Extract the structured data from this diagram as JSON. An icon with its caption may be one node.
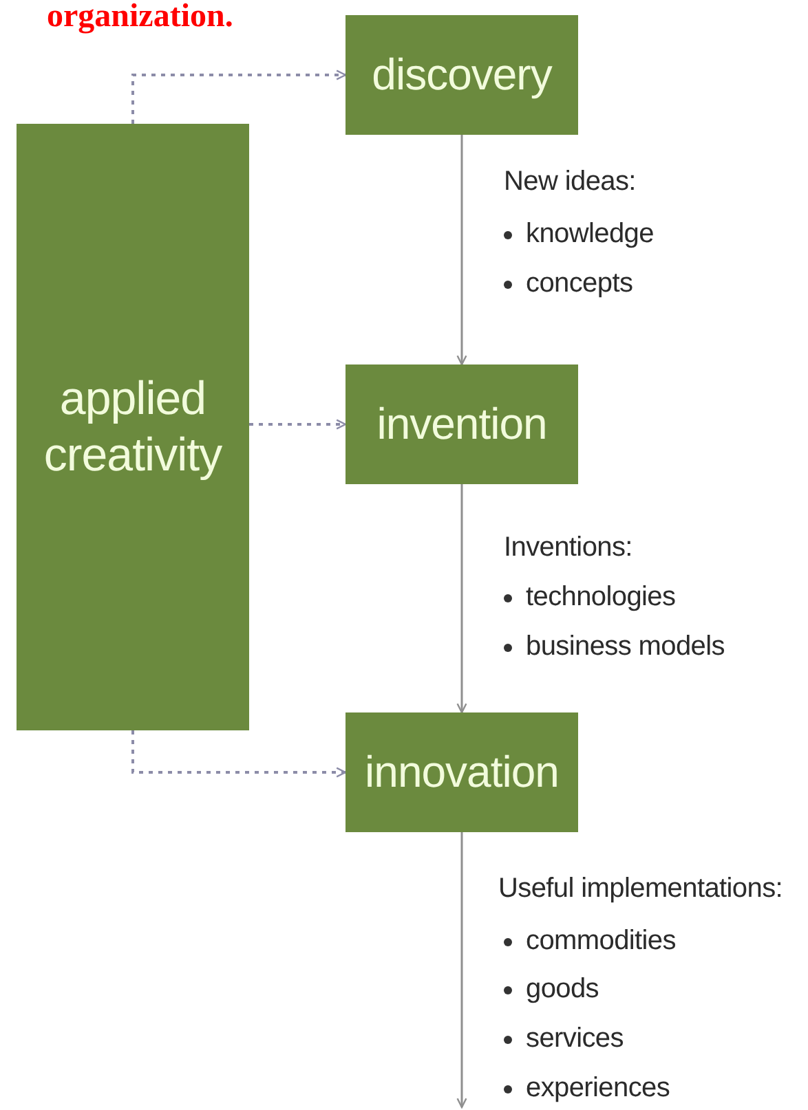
{
  "diagram": {
    "title": "organization.",
    "nodes": [
      {
        "text": [
          "applied creativity"
        ]
      },
      {
        "text": [
          "discovery"
        ]
      },
      {
        "text": [
          "invention"
        ]
      },
      {
        "text": [
          "innovation"
        ]
      }
    ],
    "edges": [
      {
        "from": 0,
        "to": 1,
        "arrow": "to",
        "style": "dashed"
      },
      {
        "from": 0,
        "to": 2,
        "arrow": "to",
        "style": "dashed"
      },
      {
        "from": 0,
        "to": 3,
        "arrow": "to",
        "style": "dashed"
      },
      {
        "from": 1,
        "to": 2,
        "arrow": "to"
      },
      {
        "from": 2,
        "to": 3,
        "arrow": "to"
      },
      {
        "from": 3,
        "to": null,
        "arrow": "to"
      }
    ],
    "labels": [
      "New ideas:",
      "knowledge",
      "concepts",
      "Inventions:",
      "technologies",
      "business models",
      "Useful implementations:",
      "commodities",
      "goods",
      "services",
      "experiences"
    ]
  }
}
